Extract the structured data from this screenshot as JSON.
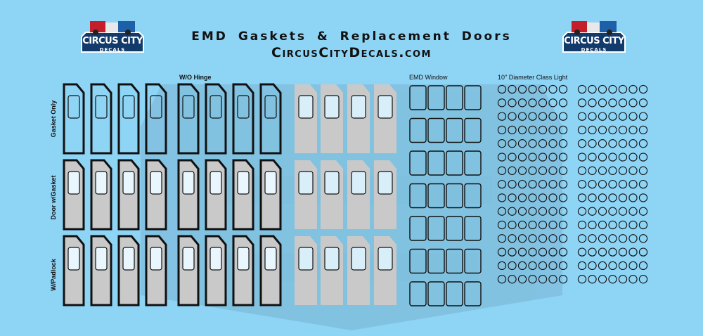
{
  "title": {
    "line1": "EMD Gaskets & Replacement Doors",
    "line2": "CircusCityDecals.com"
  },
  "logo": {
    "name": "CIRCUS CITY",
    "sub": "DECALS"
  },
  "labels": {
    "wo_hinge": "W/O Hinge",
    "emd_window": "EMD Window",
    "class_light": "10\" Diameter Class Light",
    "rows": [
      "Gasket Only",
      "Door w/Gasket",
      "W/Padlock"
    ]
  },
  "colors": {
    "background": "#8ed4f5",
    "door_fill": "#c9c9c9",
    "line": "#111111"
  },
  "icons": [
    "door-gasket-icon",
    "window-gasket-icon",
    "class-light-ring-icon",
    "circus-truck-logo-icon"
  ]
}
